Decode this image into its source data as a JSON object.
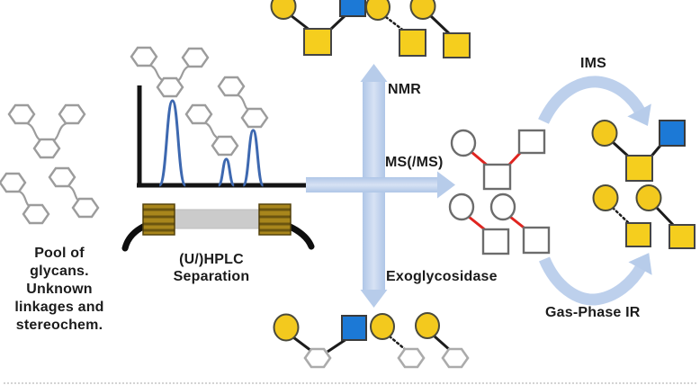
{
  "pool": {
    "caption": "Pool of\nglycans.\nUnknown\nlinkages and\nstereochem.",
    "molecules": [
      {
        "shape": "branched",
        "units": [
          "gray-hexagon",
          "gray-hexagon",
          "gray-hexagon"
        ]
      },
      {
        "shape": "linear",
        "units": [
          "gray-hexagon",
          "gray-hexagon"
        ]
      },
      {
        "shape": "linear",
        "units": [
          "gray-hexagon",
          "gray-hexagon"
        ]
      }
    ]
  },
  "separation": {
    "caption": "(U/)HPLC\nSeparation",
    "chromatogram": {
      "type": "line",
      "peaks": [
        {
          "rt": 0.19,
          "rel_height": 1.0,
          "rel_width": 0.15
        },
        {
          "rt": 0.5,
          "rel_height": 0.31,
          "rel_width": 0.09
        },
        {
          "rt": 0.655,
          "rel_height": 0.65,
          "rel_width": 0.115
        }
      ]
    }
  },
  "technique_labels": {
    "nmr": "NMR",
    "ms": "MS(/MS)",
    "exoglycosidase": "Exoglycosidase",
    "ims": "IMS",
    "gas_phase_ir": "Gas-Phase IR"
  },
  "molecules": {
    "separated_glycans_top": [
      {
        "units": [
          "yellow-circle",
          "yellow-square",
          "blue-square"
        ],
        "bonds": [
          "solid",
          "solid"
        ]
      },
      {
        "units": [
          "yellow-circle",
          "yellow-square"
        ],
        "bonds": [
          "dotted"
        ]
      },
      {
        "units": [
          "yellow-circle",
          "yellow-square"
        ],
        "bonds": [
          "solid"
        ]
      }
    ],
    "digested_glycans_bottom": [
      {
        "units": [
          "yellow-circle",
          "white-hexagon",
          "blue-square"
        ],
        "bonds": [
          "solid",
          "solid"
        ]
      },
      {
        "units": [
          "yellow-circle",
          "white-hexagon"
        ],
        "bonds": [
          "dotted"
        ]
      },
      {
        "units": [
          "yellow-circle",
          "white-hexagon"
        ],
        "bonds": [
          "solid"
        ]
      }
    ],
    "ms_fragments": [
      {
        "units": [
          "white-circle",
          "white-square",
          "white-square"
        ],
        "bonds": [
          "red-unknown",
          "red-unknown"
        ]
      },
      {
        "units": [
          "white-circle",
          "white-square"
        ],
        "bonds": [
          "red-unknown"
        ]
      },
      {
        "units": [
          "white-circle",
          "white-square"
        ],
        "bonds": [
          "red-unknown"
        ]
      }
    ],
    "ims_resolved": [
      {
        "units": [
          "yellow-circle",
          "yellow-square",
          "blue-square"
        ],
        "bonds": [
          "solid",
          "solid"
        ]
      }
    ],
    "gas_ir_resolved": [
      {
        "units": [
          "yellow-circle",
          "yellow-square"
        ],
        "bonds": [
          "dotted"
        ]
      },
      {
        "units": [
          "yellow-circle",
          "yellow-square"
        ],
        "bonds": [
          "solid"
        ]
      }
    ]
  },
  "colors": {
    "monosaccharide_yellow": "#F3C91E",
    "monosaccharide_blue": "#1C79D6",
    "unknown_linkage_red": "#E0241F",
    "arrow_blue": "#BDD0EC",
    "chromatogram_peak_blue": "#3D68B0",
    "hexagon_gray": "#9C9C9C",
    "column_gold": "#A8861C",
    "column_body_gray": "#CBCBCB"
  }
}
